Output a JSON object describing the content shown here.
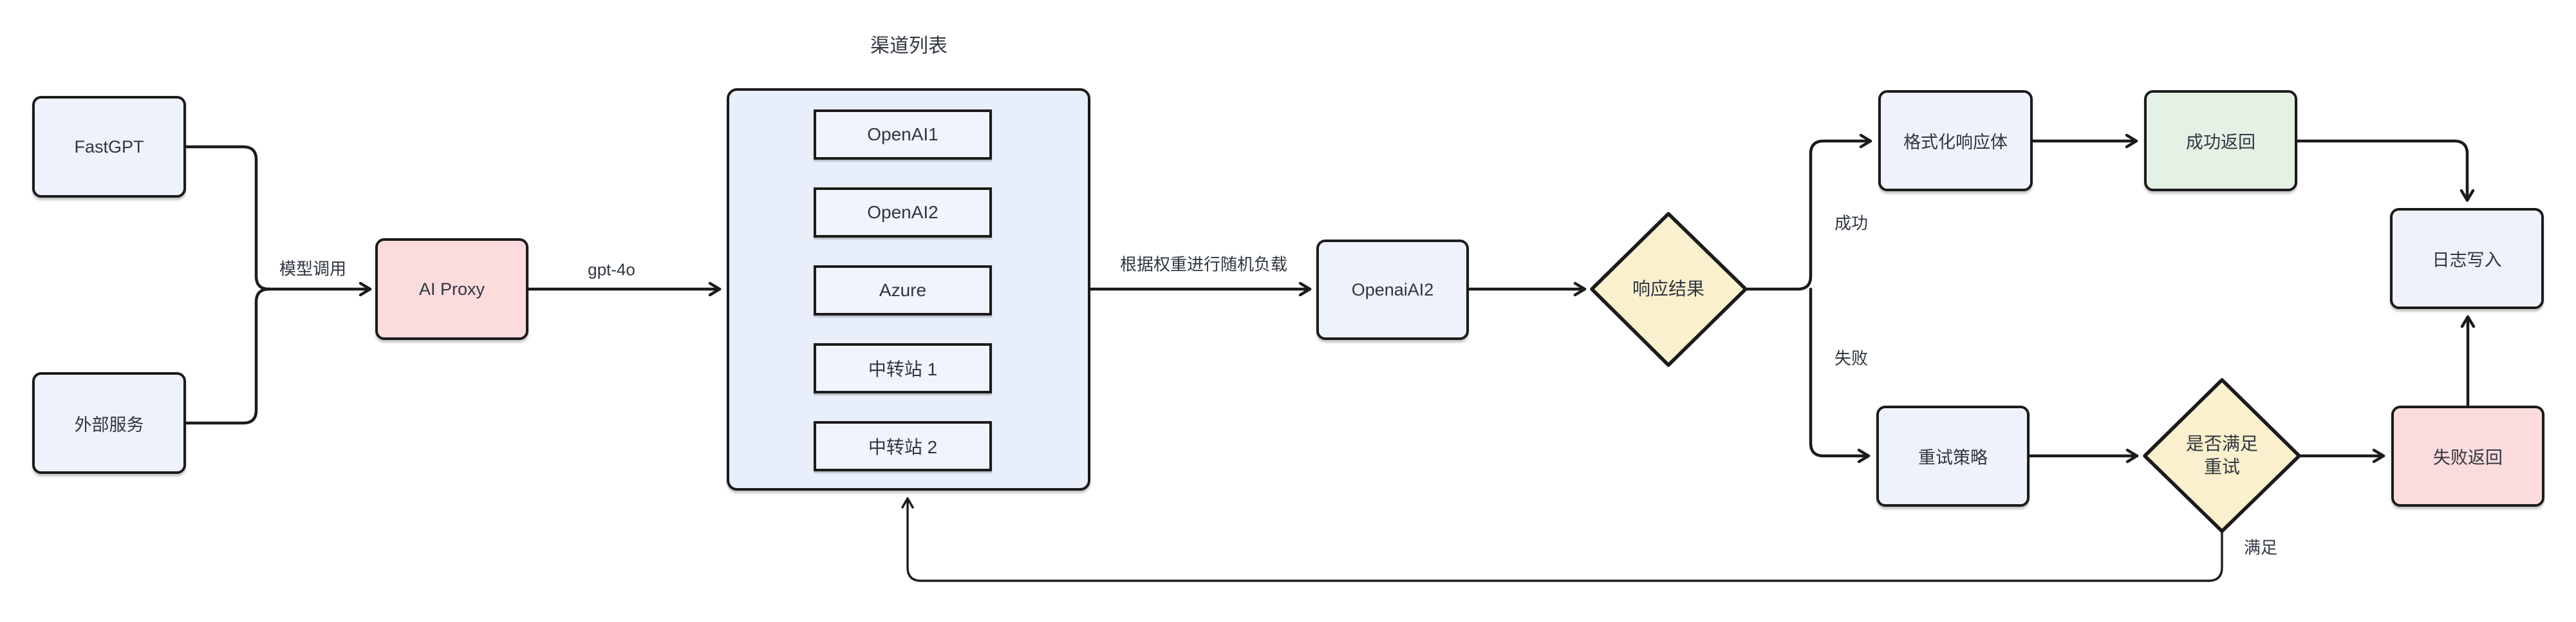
{
  "nodes": {
    "fastgpt": "FastGPT",
    "external_service": "外部服务",
    "ai_proxy": "AI Proxy",
    "openai_ai2": "OpenaiAI2",
    "response_result": "响应结果",
    "format_response_body": "格式化响应体",
    "success_return": "成功返回",
    "log_write": "日志写入",
    "retry_strategy": "重试策略",
    "retry_check_line1": "是否满足",
    "retry_check_line2": "重试",
    "fail_return": "失败返回"
  },
  "channel_list": {
    "title": "渠道列表",
    "channels": [
      "OpenAI1",
      "OpenAI2",
      "Azure",
      "中转站 1",
      "中转站 2"
    ]
  },
  "edge_labels": {
    "model_call": "模型调用",
    "model_name": "gpt-4o",
    "load_balance": "根据权重进行随机负载",
    "success": "成功",
    "fail": "失败",
    "satisfied": "满足"
  },
  "colors": {
    "node_blue": "#eef2fb",
    "container_blue": "#e9effa",
    "channel_blue": "#f0f4fc",
    "pink": "#fbdbdb",
    "green": "#e3f2e4",
    "yellow": "#faf0cd",
    "stroke": "#1b1b1b",
    "text": "#2f3640",
    "background": "#ffffff"
  }
}
